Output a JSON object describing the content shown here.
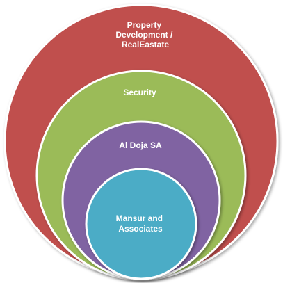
{
  "diagram": {
    "type": "nested-circles",
    "rings": [
      {
        "id": "property",
        "label_lines": [
          "Property",
          "Development /",
          "RealEastate"
        ],
        "fill": "#C0504D",
        "stroke": "#ffffff"
      },
      {
        "id": "security",
        "label_lines": [
          "Security"
        ],
        "fill": "#9BBB59",
        "stroke": "#ffffff"
      },
      {
        "id": "aldoja",
        "label_lines": [
          "Al Doja SA"
        ],
        "fill": "#8064A2",
        "stroke": "#ffffff"
      },
      {
        "id": "mansur",
        "label_lines": [
          "Mansur and",
          "Associates"
        ],
        "fill": "#4BACC6",
        "stroke": "#ffffff"
      }
    ]
  }
}
